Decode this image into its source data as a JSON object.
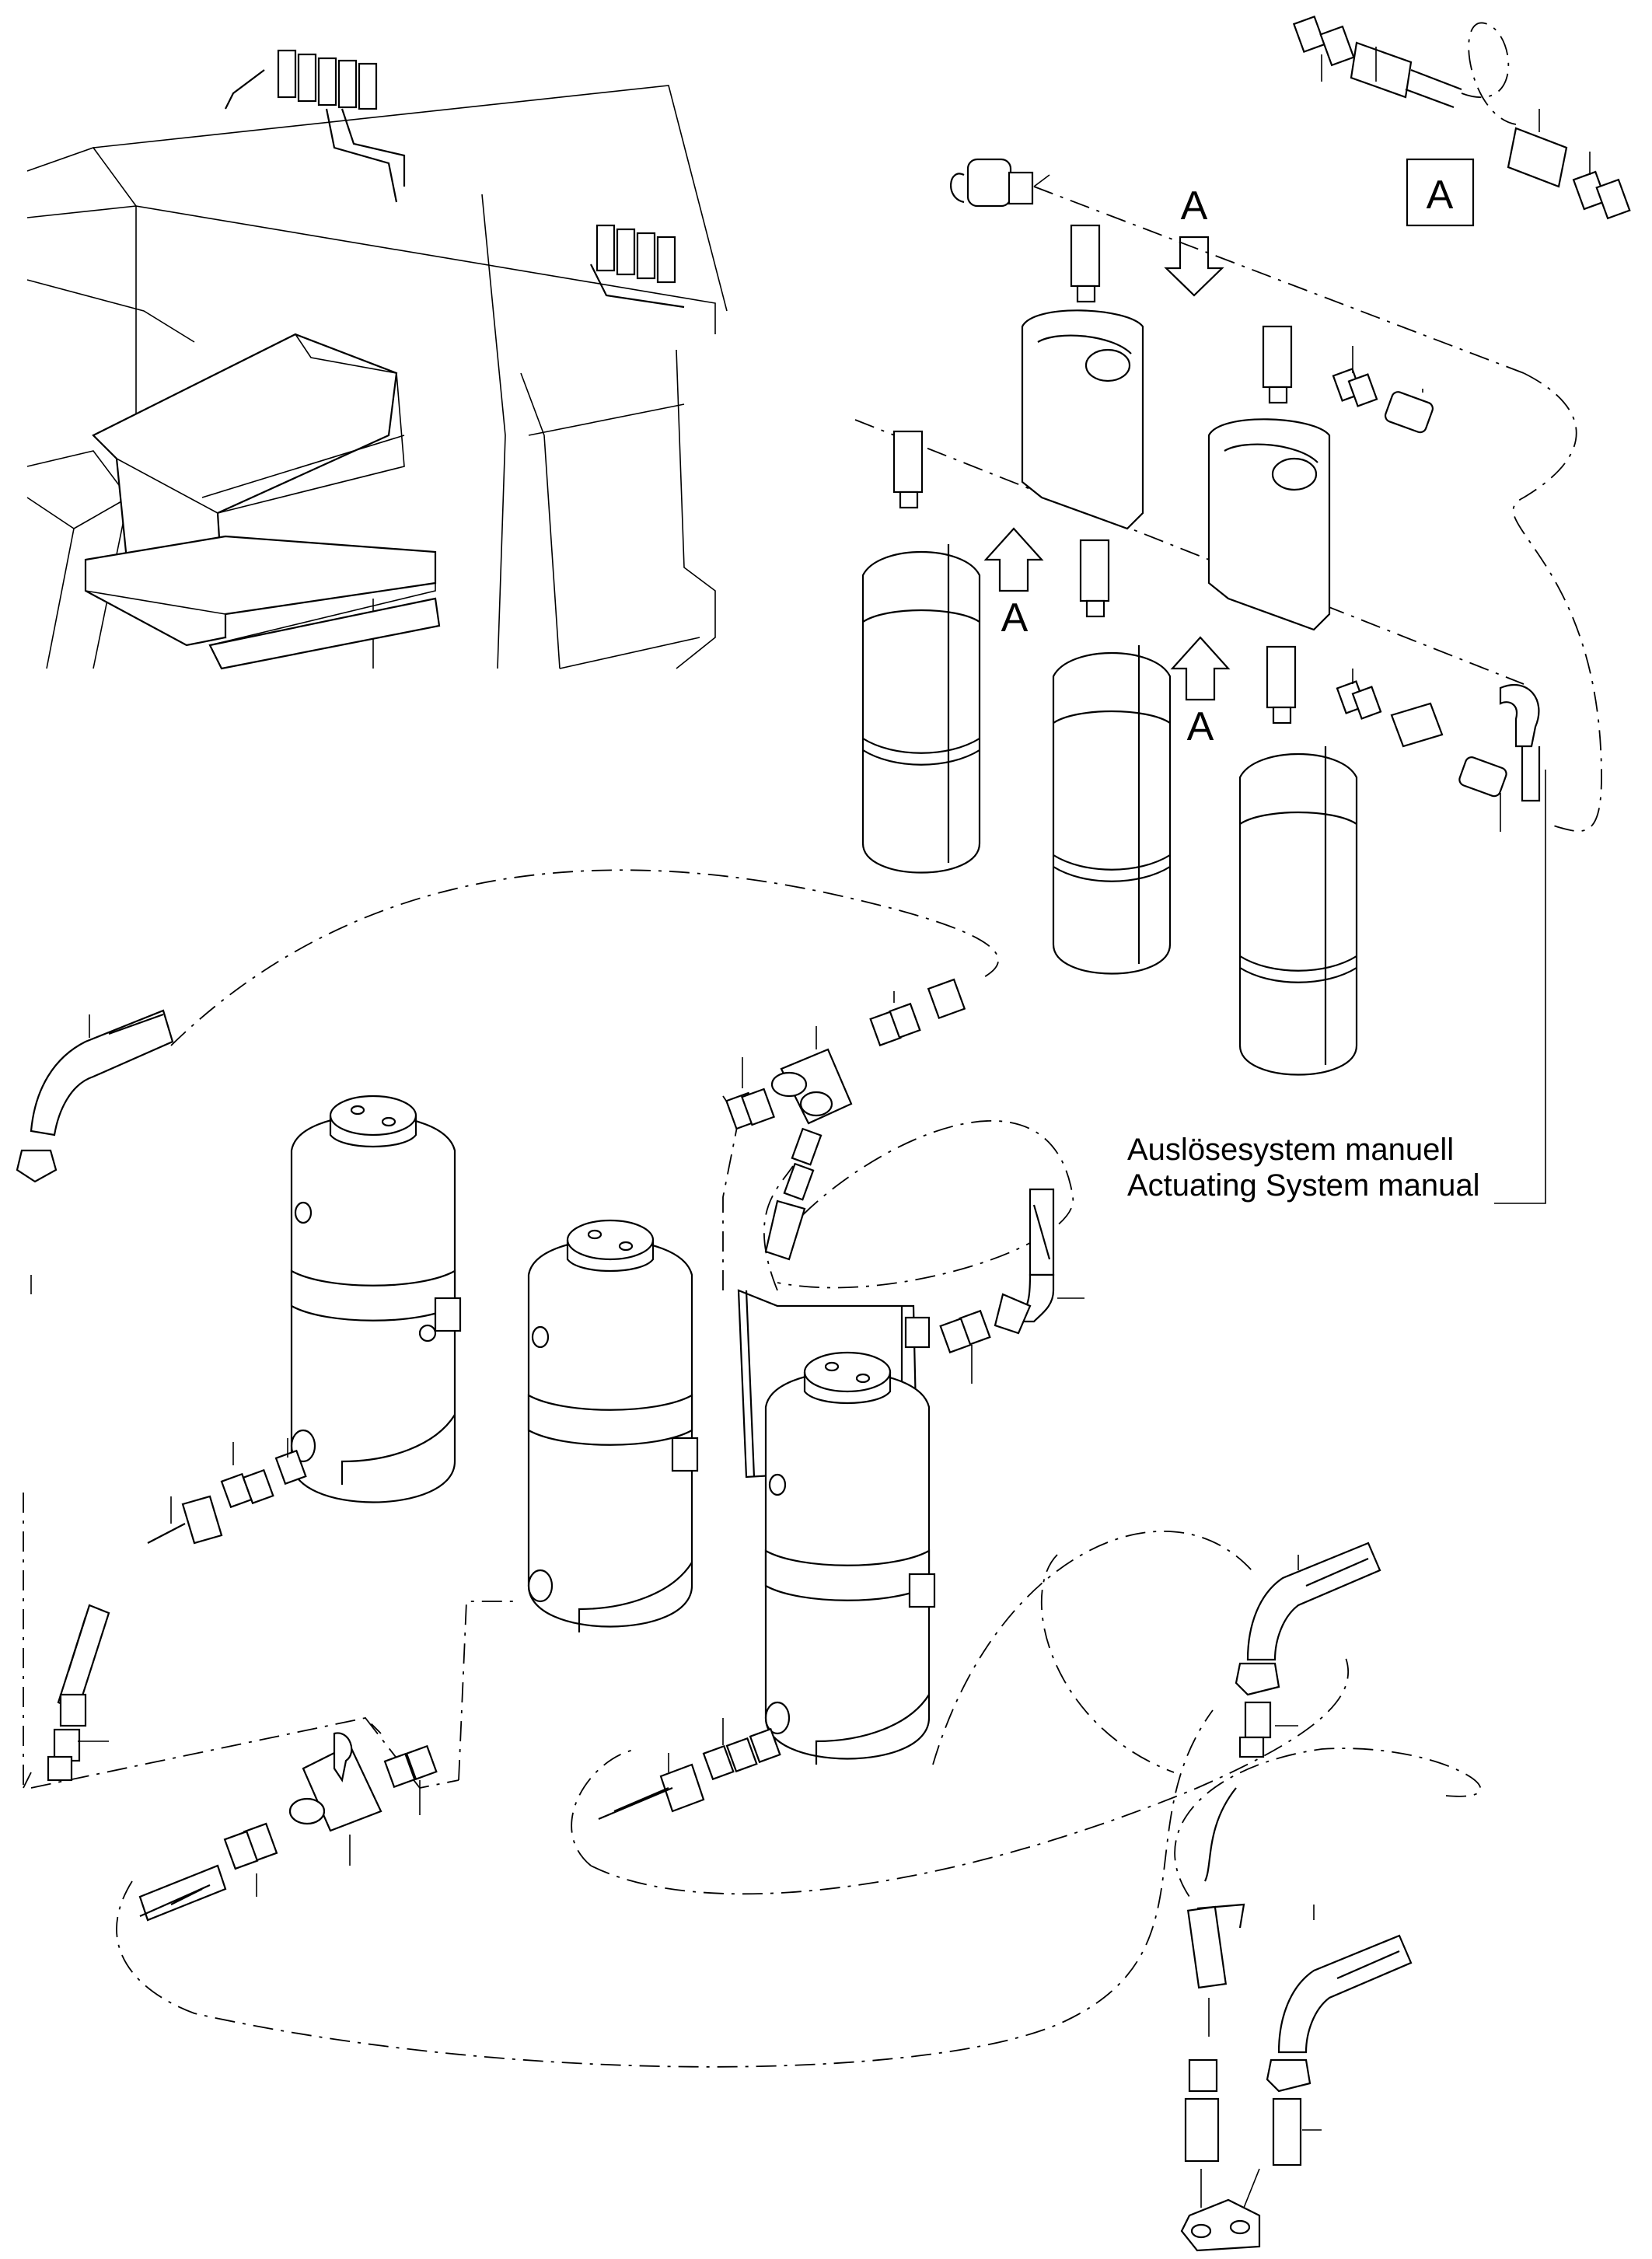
{
  "labels": {
    "view_marker": "A",
    "arrow_top": "A",
    "arrow_left": "A",
    "arrow_mid": "A",
    "caption_line1": "Auslösesystem manuell",
    "caption_line2": "Actuating System manual"
  },
  "colors": {
    "line": "#000000",
    "background": "#ffffff"
  }
}
